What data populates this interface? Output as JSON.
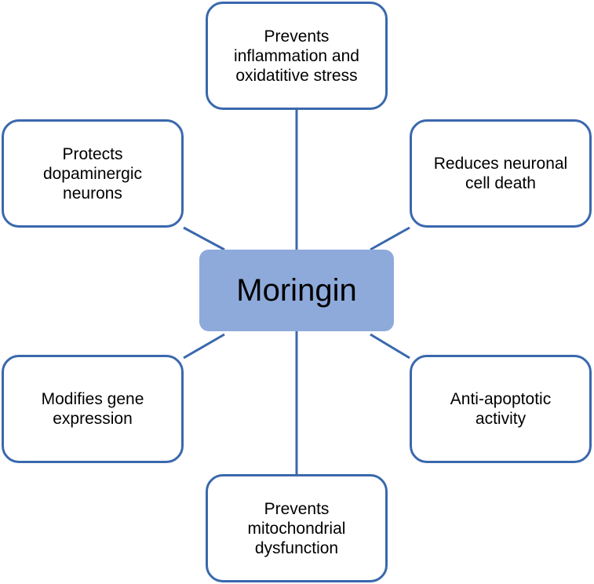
{
  "center": {
    "label": "Moringin",
    "fill": "#8eaadb"
  },
  "line_color": "#3a68ad",
  "nodes": {
    "top": "Prevents\ninflammation and\noxidatitive stress",
    "upper_left": "Protects\ndopaminergic\nneurons",
    "upper_right": "Reduces neuronal\ncell death",
    "lower_left": "Modifies gene\nexpression",
    "lower_right": "Anti-apoptotic\nactivity",
    "bottom": "Prevents\nmitochondrial\ndysfunction"
  }
}
